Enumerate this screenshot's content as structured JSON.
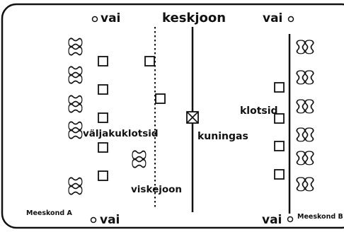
{
  "labels": {
    "center_line": "keskjoon",
    "vai_top_left": "vai",
    "vai_top_right": "vai",
    "vai_bottom_left": "vai",
    "vai_bottom_right": "vai",
    "king": "kuningas",
    "blocks_left": "väljakuklotsid",
    "blocks_right": "klotsid",
    "throw_line": "viskejoon",
    "team_a": "Meeskond A",
    "team_b": "Meeskond B"
  },
  "players": {
    "team_a_count": 6,
    "team_b_count": 6
  },
  "blocks": {
    "team_a_base": 5,
    "field": 2,
    "team_b_base": 4
  }
}
